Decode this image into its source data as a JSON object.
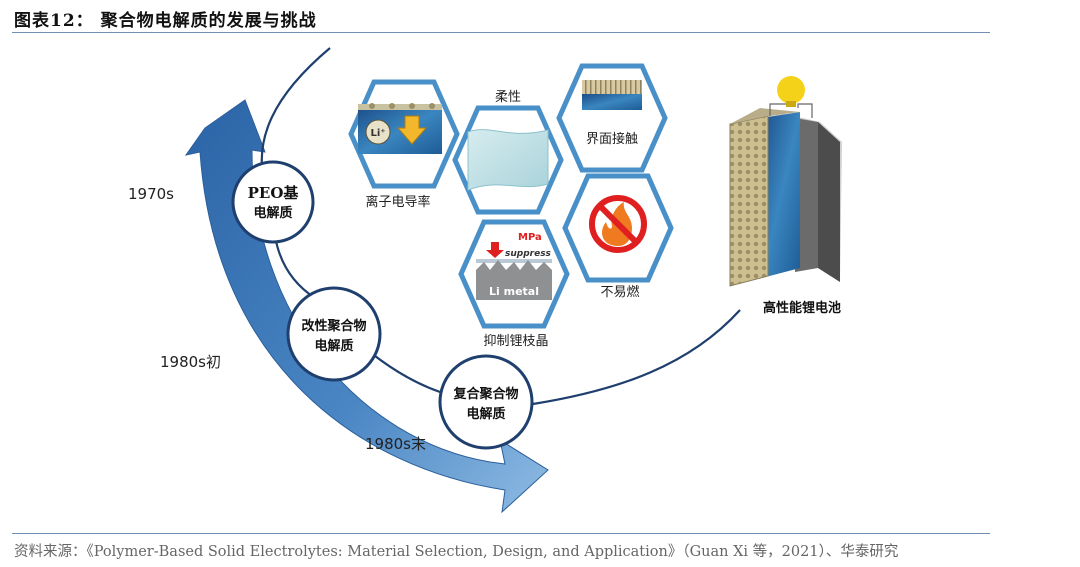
{
  "title": "图表12： 聚合物电解质的发展与挑战",
  "source": "资料来源：《Polymer-Based Solid Electrolytes: Material Selection, Design, and Application》（Guan Xi 等，2021）、华泰研究",
  "timeline": {
    "y1970": "1970s",
    "y1980_early": "1980s初",
    "y1980_late": "1980s末"
  },
  "stages": [
    {
      "line1": "PEO基",
      "line2": "电解质"
    },
    {
      "line1": "改性聚合物",
      "line2": "电解质"
    },
    {
      "line1": "复合聚合物",
      "line2": "电解质"
    }
  ],
  "properties": {
    "ionic": "离子电导率",
    "ion_symbol": "Li⁺",
    "flexible": "柔性",
    "interface": "界面接触",
    "dendrite": "抑制锂枝晶",
    "mpa": "MPa",
    "suppress": "suppress",
    "li_metal": "Li metal",
    "nonflammable": "不易燃"
  },
  "battery_label": "高性能锂电池",
  "colors": {
    "arrow_blue": "#3f78b5",
    "circle_border": "#1f3f6e",
    "hex_border": "#4a90c8",
    "bulb": "#f5d21a",
    "forbid_red": "#e02020"
  }
}
